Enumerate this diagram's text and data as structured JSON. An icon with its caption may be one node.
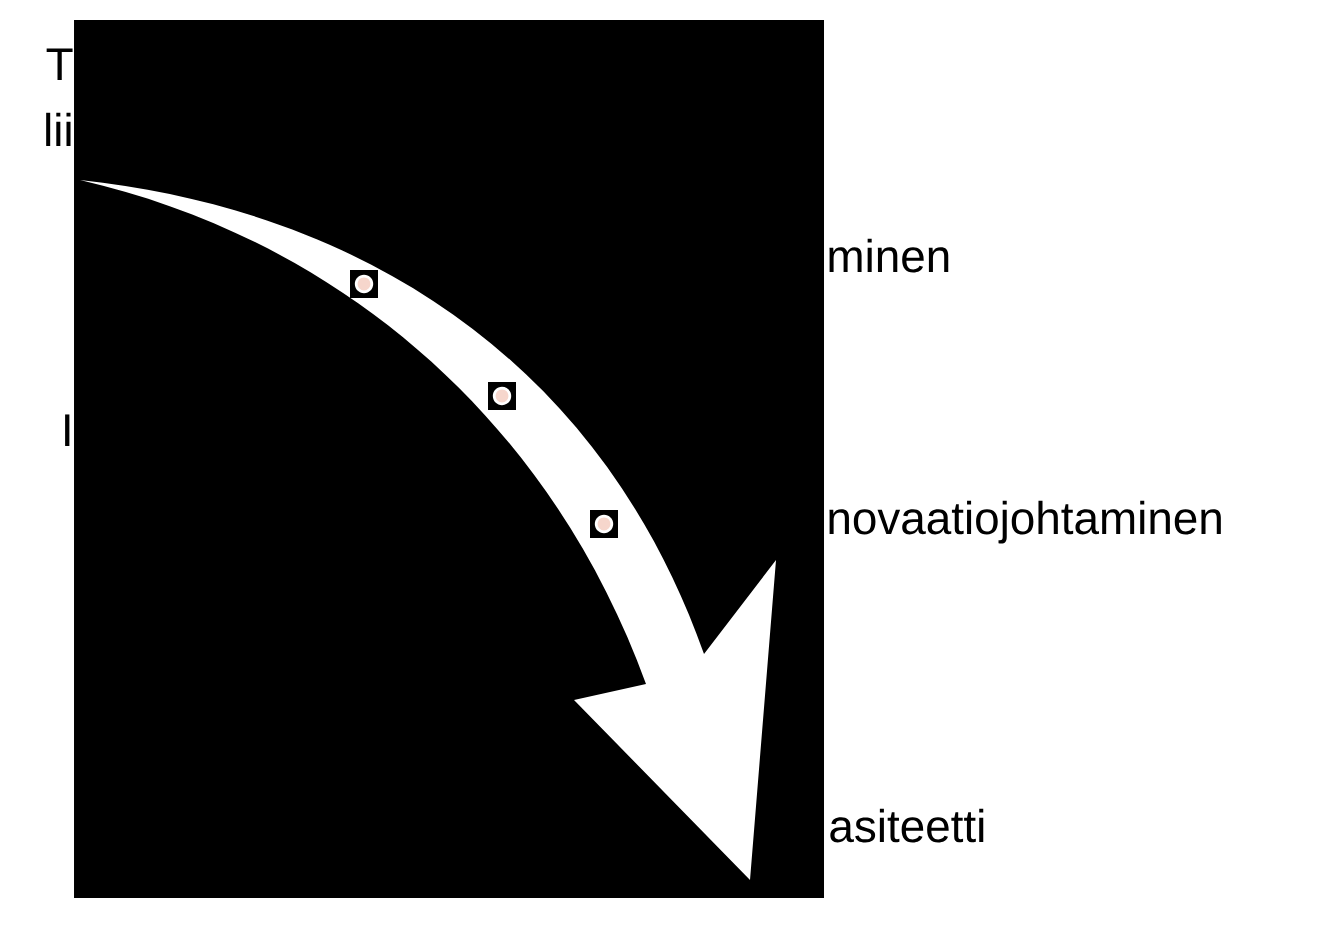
{
  "diagram": {
    "labels": [
      "T",
      "lii",
      "minen",
      "I",
      "novaatiojohtaminen",
      "asiteetti"
    ]
  }
}
